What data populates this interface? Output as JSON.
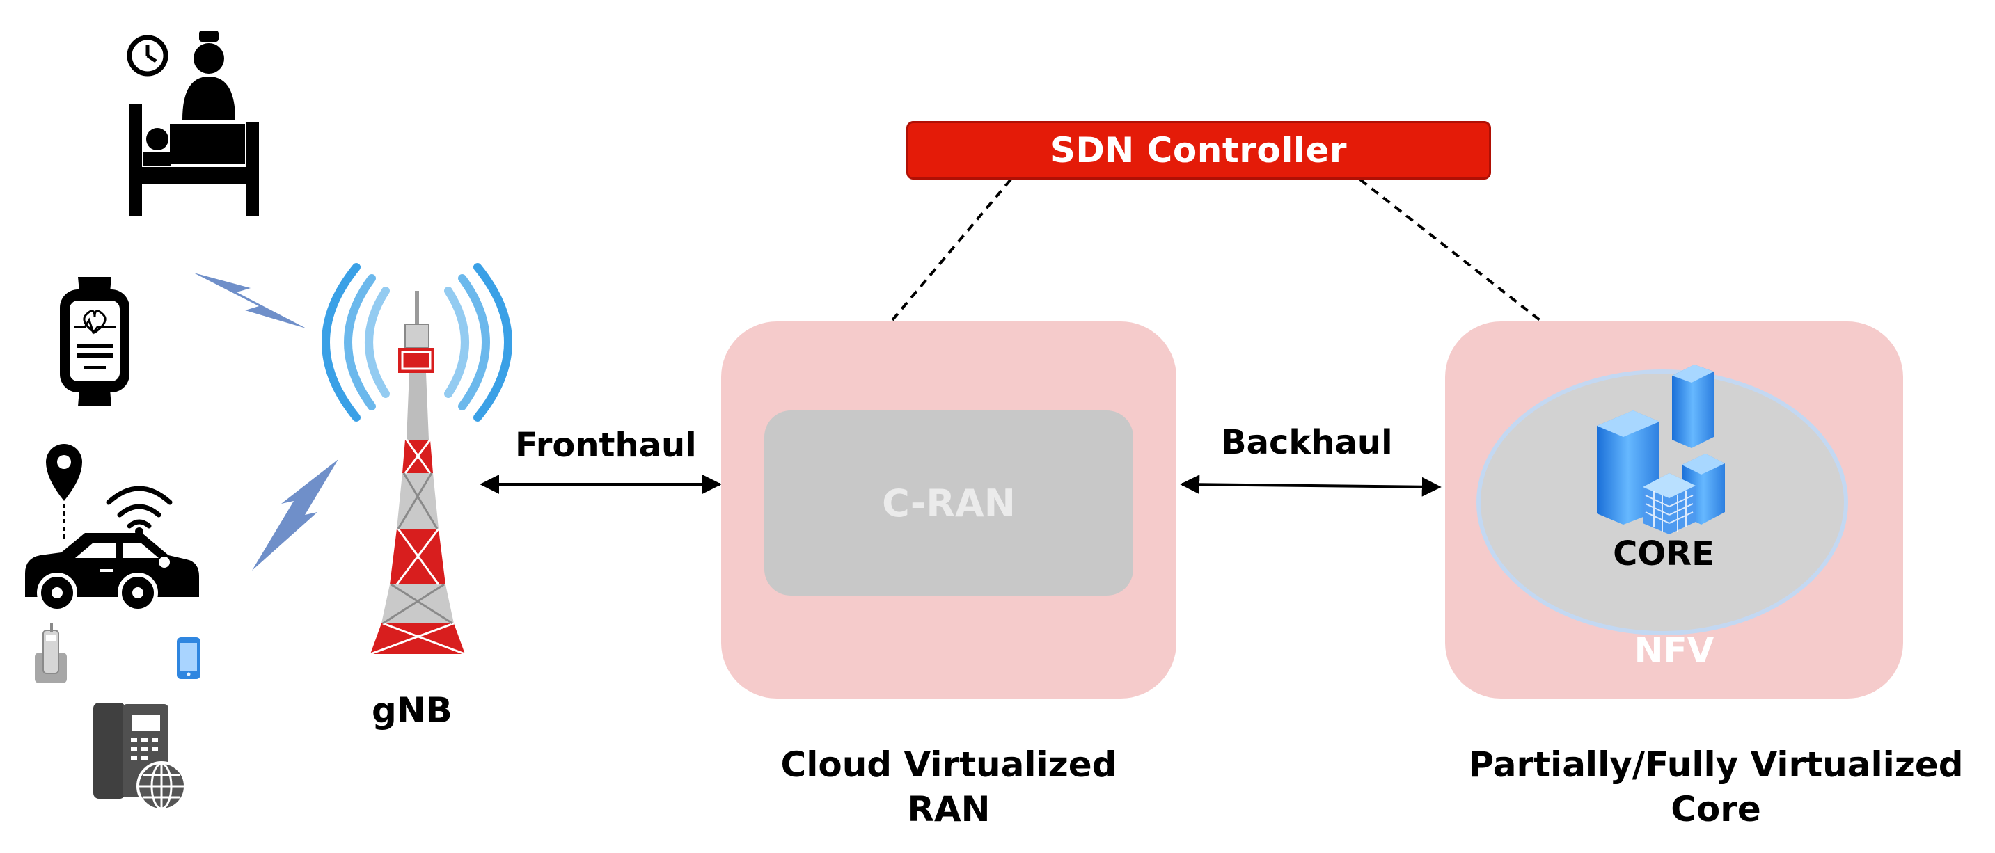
{
  "sdn_controller": {
    "label": "SDN Controller"
  },
  "cran": {
    "label": "C-RAN",
    "caption_line1": "Cloud Virtualized",
    "caption_line2": "RAN"
  },
  "nfv": {
    "label": "NFV",
    "core_label": "CORE",
    "caption_line1": "Partially/Fully Virtualized",
    "caption_line2": "Core"
  },
  "links": {
    "fronthaul": "Fronthaul",
    "backhaul": "Backhaul"
  },
  "gnb": {
    "label": "gNB"
  },
  "colors": {
    "sdn_red": "#e41b08",
    "pink_box": "#f5cbcb",
    "cran_gray": "#c8c8c8",
    "tower_red": "#d81e1e",
    "signal_blue": "#6f8fc9",
    "wave_blue": "#3aa0e6"
  },
  "icons": [
    "hospital-patient-icon",
    "smartwatch-icon",
    "connected-car-icon",
    "location-pin-icon",
    "wifi-icon",
    "cordless-phone-icon",
    "smartphone-icon",
    "ip-desk-phone-icon",
    "cell-tower-icon",
    "server-cluster-icon",
    "lightning-link-icon"
  ]
}
